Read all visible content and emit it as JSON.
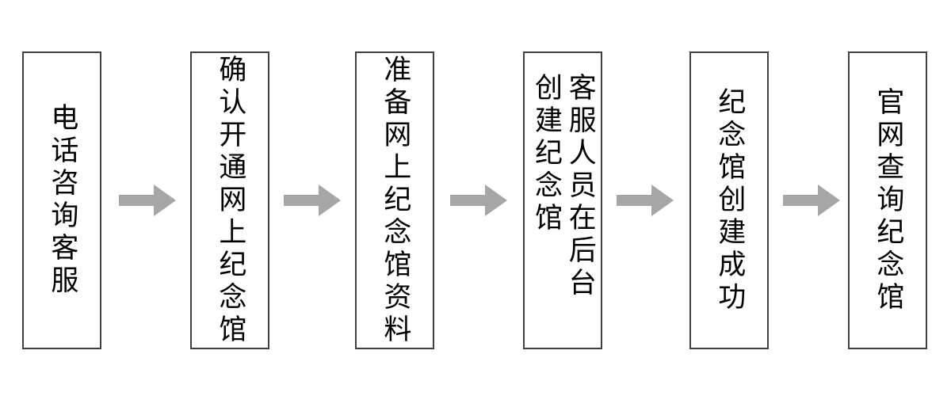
{
  "diagram": {
    "type": "horizontal-process-flow",
    "orientation": "left-to-right",
    "text_direction": "vertical-rl",
    "background_color": "#FFFFFF",
    "node_fill_color": "#FFFFFF",
    "node_border_color": "#404040",
    "node_text_color": "#000000",
    "arrow_color": "#A6A6A6",
    "node_count": 6,
    "arrow_count": 5,
    "nodes": [
      {
        "id": "node-1",
        "step": 1,
        "text": "电话咨询客服",
        "columns": [
          "电话咨询客服"
        ]
      },
      {
        "id": "node-2",
        "step": 2,
        "text": "确认开通网上纪念馆",
        "columns": [
          "确认开通网上纪念馆"
        ]
      },
      {
        "id": "node-3",
        "step": 3,
        "text": "准备网上纪念馆资料",
        "columns": [
          "准备网上纪念馆资料"
        ]
      },
      {
        "id": "node-4",
        "step": 4,
        "text": "客服人员在后台创建纪念馆",
        "columns": [
          "客服人员在后台",
          "创建纪念馆"
        ]
      },
      {
        "id": "node-5",
        "step": 5,
        "text": "纪念馆创建成功",
        "columns": [
          "纪念馆创建成功"
        ]
      },
      {
        "id": "node-6",
        "step": 6,
        "text": "官网查询纪念馆",
        "columns": [
          "官网查询纪念馆"
        ]
      }
    ],
    "arrows": [
      {
        "id": "arrow-1",
        "from": "node-1",
        "to": "node-2",
        "glyph": "right-arrow"
      },
      {
        "id": "arrow-2",
        "from": "node-2",
        "to": "node-3",
        "glyph": "right-arrow"
      },
      {
        "id": "arrow-3",
        "from": "node-3",
        "to": "node-4",
        "glyph": "right-arrow"
      },
      {
        "id": "arrow-4",
        "from": "node-4",
        "to": "node-5",
        "glyph": "right-arrow"
      },
      {
        "id": "arrow-5",
        "from": "node-5",
        "to": "node-6",
        "glyph": "right-arrow"
      }
    ]
  }
}
